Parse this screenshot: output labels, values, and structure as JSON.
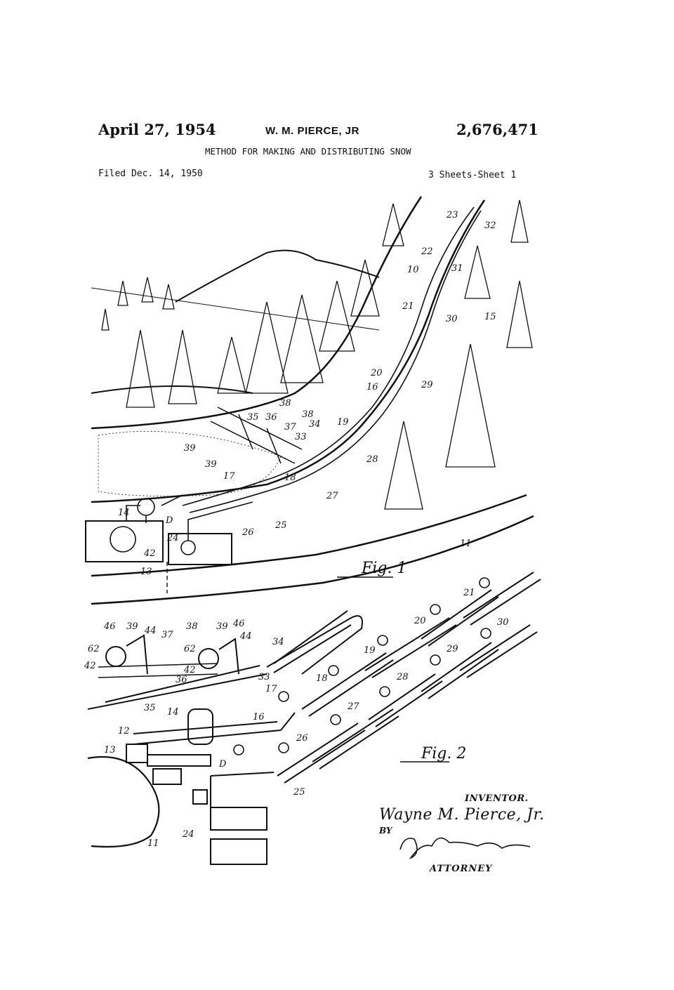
{
  "header": {
    "date": "April 27, 1954",
    "inventor_short": "W. M. PIERCE, JR",
    "patent_number": "2,676,471",
    "title": "METHOD FOR MAKING AND DISTRIBUTING SNOW",
    "filed": "Filed Dec. 14, 1950",
    "sheets": "3 Sheets-Sheet 1"
  },
  "figures": {
    "fig1_label": "Fig. 1",
    "fig2_label": "Fig. 2"
  },
  "fig1_refs": [
    "10",
    "11",
    "13",
    "14",
    "15",
    "16",
    "17",
    "18",
    "19",
    "20",
    "21",
    "22",
    "23",
    "24",
    "25",
    "26",
    "27",
    "28",
    "29",
    "30",
    "31",
    "32",
    "33",
    "34",
    "35",
    "36",
    "37",
    "38",
    "38",
    "39",
    "39",
    "42",
    "D"
  ],
  "fig2_refs": [
    "11",
    "12",
    "13",
    "14",
    "16",
    "17",
    "18",
    "19",
    "20",
    "21",
    "24",
    "25",
    "26",
    "27",
    "28",
    "29",
    "30",
    "33",
    "34",
    "35",
    "36",
    "37",
    "38",
    "39",
    "39",
    "42",
    "42",
    "44",
    "44",
    "46",
    "46",
    "62",
    "62",
    "D"
  ],
  "signature": {
    "inventor_label": "INVENTOR.",
    "inventor_name": "Wayne M. Pierce, Jr.",
    "by": "BY",
    "attorney_label": "ATTORNEY"
  }
}
